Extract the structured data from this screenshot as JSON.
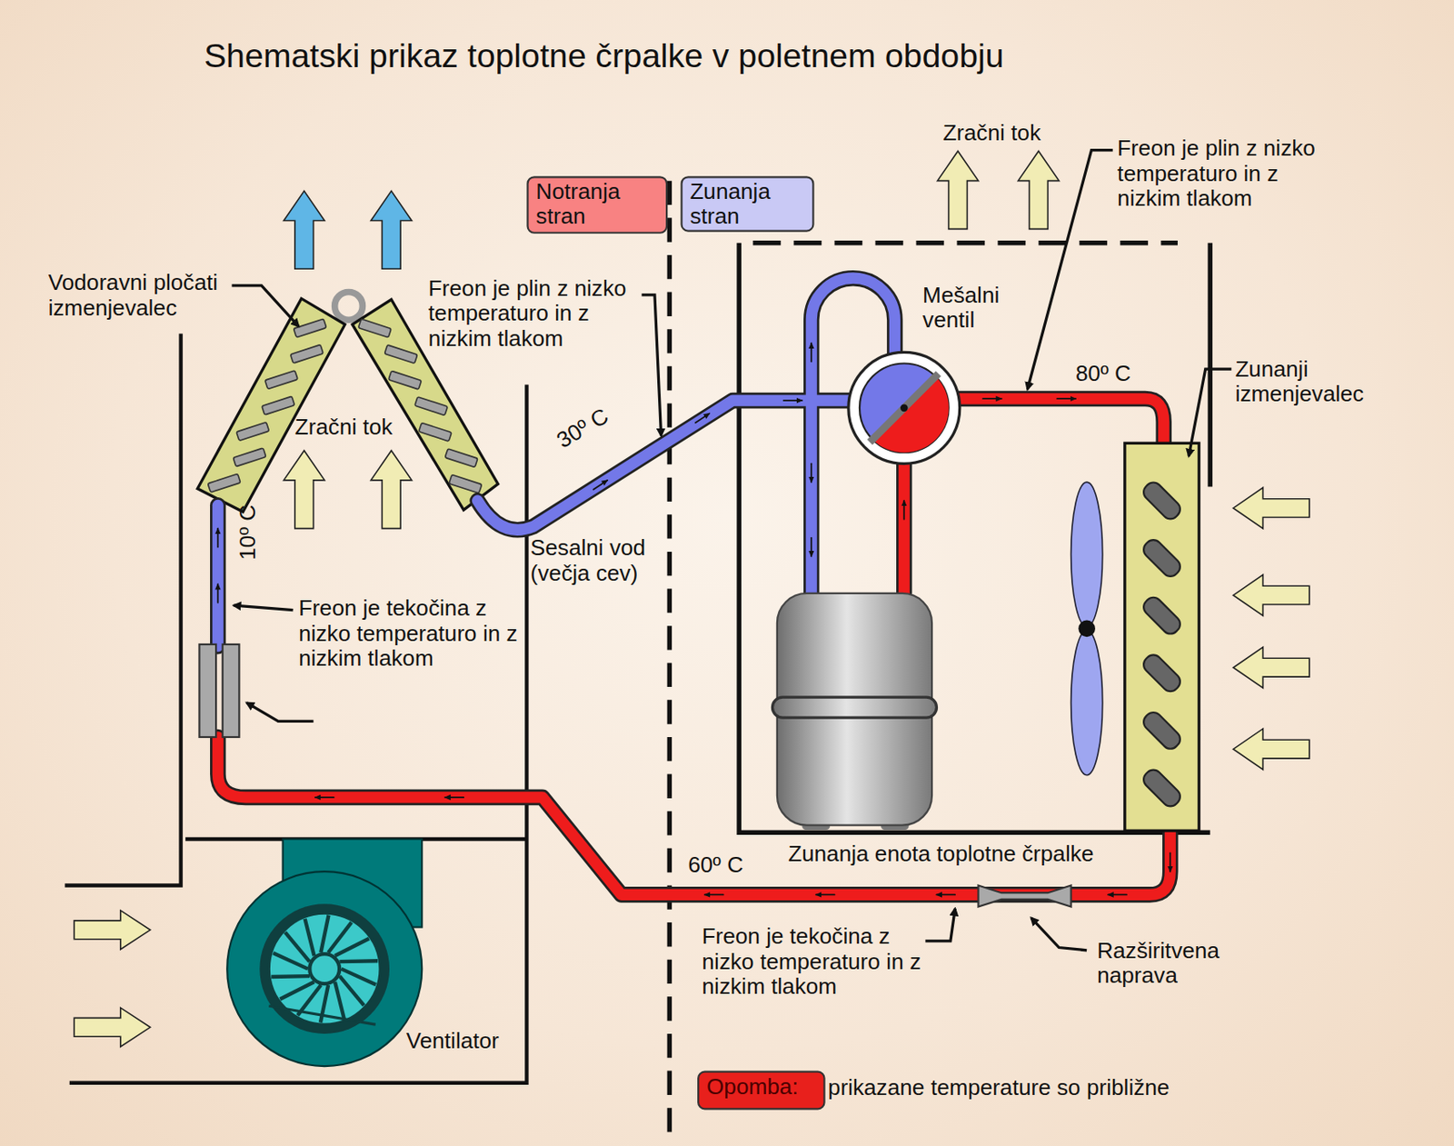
{
  "diagram": {
    "title": "Shematski prikaz toplotne črpalke v poletnem obdobju",
    "nodes": [
      {
        "text": [
          "Notranja stran"
        ]
      },
      {
        "text": [
          "Zunanja stran"
        ]
      },
      {
        "text": [
          "Opomba:"
        ]
      }
    ],
    "labels": [
      "Vodoravni pločati izmenjevalec",
      "Zračni tok",
      "Freon je plin z nizko temperaturo in z nizkim tlakom",
      "30º C",
      "Sesalni vod (večja cev)",
      "10º C",
      "Freon je tekočina z nizko temperaturo in z nizkim tlakom",
      "Ventilator",
      "Zračni tok",
      "Freon je plin z nizko temperaturo in z nizkim tlakom",
      "Mešalni ventil",
      "80º C",
      "Zunanji izmenjevalec",
      "Zunanja enota toplotne črpalke",
      "60º C",
      "Freon je tekočina z nizko temperaturo in z nizkim tlakom",
      "Razširitvena naprava",
      "prikazane temperature so približne"
    ]
  }
}
